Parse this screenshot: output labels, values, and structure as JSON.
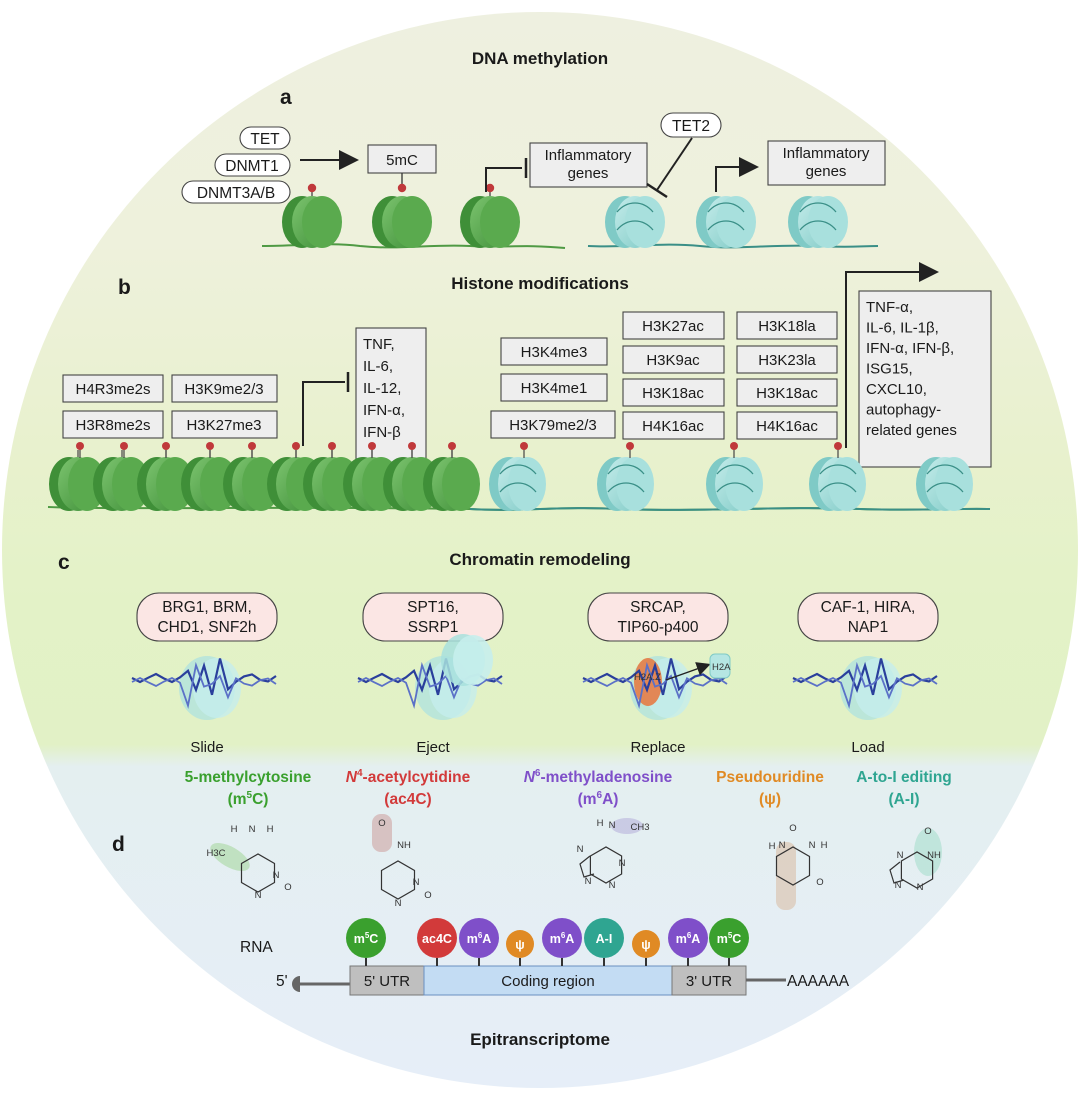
{
  "panel_a": {
    "title": "DNA methylation",
    "letter": "a",
    "enzymes": [
      "TET",
      "DNMT1",
      "DNMT3A/B"
    ],
    "mark": "5mC",
    "repressed_target": "Inflammatory\ngenes",
    "tet2": "TET2",
    "activated_target": "Inflammatory\ngenes"
  },
  "panel_b": {
    "title": "Histone modifications",
    "letter": "b",
    "repressive_marks": [
      "H4R3me2s",
      "H3K9me2/3",
      "H3R8me2s",
      "H3K27me3"
    ],
    "repressed_genes": "TNF,\nIL-6,\nIL-12,\nIFN-α,\nIFN-β",
    "methyl_marks": [
      "H3K4me3",
      "H3K4me1",
      "H3K79me2/3"
    ],
    "acetyl_marks": [
      "H3K27ac",
      "H3K9ac",
      "H3K18ac",
      "H4K16ac"
    ],
    "lactyl_marks": [
      "H3K18la",
      "H3K23la",
      "H3K18ac",
      "H4K16ac"
    ],
    "activated_genes": "TNF-α,\nIL-6, IL-1β,\nIFN-α, IFN-β,\nISG15,\nCXCL10,\nautophagy-\nrelated genes"
  },
  "panel_c": {
    "title": "Chromatin remodeling",
    "letter": "c",
    "complexes": [
      {
        "factors": "BRG1, BRM,\nCHD1, SNF2h",
        "action": "Slide"
      },
      {
        "factors": "SPT16,\nSSRP1",
        "action": "Eject"
      },
      {
        "factors": "SRCAP,\nTIP60-p400",
        "action": "Replace",
        "variant_in": "H2A.Z",
        "variant_out": "H2A"
      },
      {
        "factors": "CAF-1, HIRA,\nNAP1",
        "action": "Load"
      }
    ]
  },
  "panel_d": {
    "letter": "d",
    "title": "Epitranscriptome",
    "modifications": [
      {
        "prefix": "",
        "sup_pre": "",
        "name": "5-methylcytosine",
        "abbr_a": "(m",
        "abbr_sup": "5",
        "abbr_b": "C)",
        "color": "#3aa02e"
      },
      {
        "prefix": "N",
        "sup_pre": "4",
        "name": "-acetylcytidine",
        "abbr_a": "(ac4C)",
        "abbr_sup": "",
        "abbr_b": "",
        "color": "#d23a3a"
      },
      {
        "prefix": "N",
        "sup_pre": "6",
        "name": "-methyladenosine",
        "abbr_a": "(m",
        "abbr_sup": "6",
        "abbr_b": "A)",
        "color": "#7f4fc9"
      },
      {
        "prefix": "",
        "sup_pre": "",
        "name": "Pseudouridine",
        "abbr_a": "(ψ)",
        "abbr_sup": "",
        "abbr_b": "",
        "color": "#e08a24"
      },
      {
        "prefix": "",
        "sup_pre": "",
        "name": "A-to-I editing",
        "abbr_a": "(A-I)",
        "abbr_sup": "",
        "abbr_b": "",
        "color": "#2fa591"
      }
    ],
    "chem_labels": {
      "m5c": [
        "H",
        "N",
        "H",
        "H3C",
        "N",
        "O",
        "N"
      ],
      "ac4c": [
        "O",
        "NH",
        "N",
        "O",
        "N"
      ],
      "m6a": [
        "H",
        "N",
        "CH3",
        "N",
        "N",
        "N",
        "N"
      ],
      "psi": [
        "O",
        "H",
        "N",
        "N",
        "H",
        "O"
      ],
      "ai": [
        "O",
        "N",
        "NH",
        "N",
        "N"
      ]
    },
    "rna": {
      "label": "RNA",
      "five_prime": "5'",
      "utr5": "5' UTR",
      "coding": "Coding region",
      "utr3": "3' UTR",
      "polya": "AAAAAA",
      "sites": [
        {
          "text": "m",
          "sup": "5",
          "tail": "C",
          "color": "#3aa02e"
        },
        {
          "text": "ac4C",
          "sup": "",
          "tail": "",
          "color": "#d23a3a"
        },
        {
          "text": "m",
          "sup": "6",
          "tail": "A",
          "color": "#7f4fc9"
        },
        {
          "text": "ψ",
          "sup": "",
          "tail": "",
          "color": "#e08a24"
        },
        {
          "text": "m",
          "sup": "6",
          "tail": "A",
          "color": "#7f4fc9"
        },
        {
          "text": "A-I",
          "sup": "",
          "tail": "",
          "color": "#2fa591"
        },
        {
          "text": "ψ",
          "sup": "",
          "tail": "",
          "color": "#e08a24"
        },
        {
          "text": "m",
          "sup": "6",
          "tail": "A",
          "color": "#7f4fc9"
        },
        {
          "text": "m",
          "sup": "5",
          "tail": "C",
          "color": "#3aa02e"
        }
      ]
    }
  },
  "colors": {
    "green_nucleosome": "#62b256",
    "teal_nucleosome": "#9fdbd8",
    "methyl_mark": "#c0393b",
    "dna_helix": "#2a3f9c"
  }
}
